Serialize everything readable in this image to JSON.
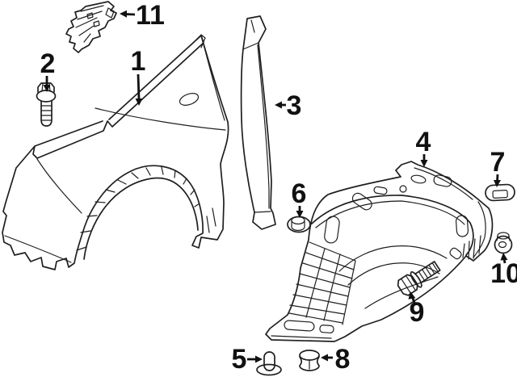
{
  "diagram": {
    "background_color": "#ffffff",
    "line_color": "#1f1f1f",
    "label_color": "#111111",
    "callouts": [
      {
        "label": "1",
        "part": "fender-panel"
      },
      {
        "label": "2",
        "part": "fender-bolt"
      },
      {
        "label": "3",
        "part": "fender-insulator-strip"
      },
      {
        "label": "4",
        "part": "fender-liner"
      },
      {
        "label": "5",
        "part": "push-pin-rivet"
      },
      {
        "label": "6",
        "part": "grommet-front"
      },
      {
        "label": "7",
        "part": "clip-nut"
      },
      {
        "label": "8",
        "part": "spool-clip"
      },
      {
        "label": "9",
        "part": "liner-bolt"
      },
      {
        "label": "10",
        "part": "grommet-rear"
      },
      {
        "label": "11",
        "part": "mounting-bracket"
      }
    ]
  }
}
